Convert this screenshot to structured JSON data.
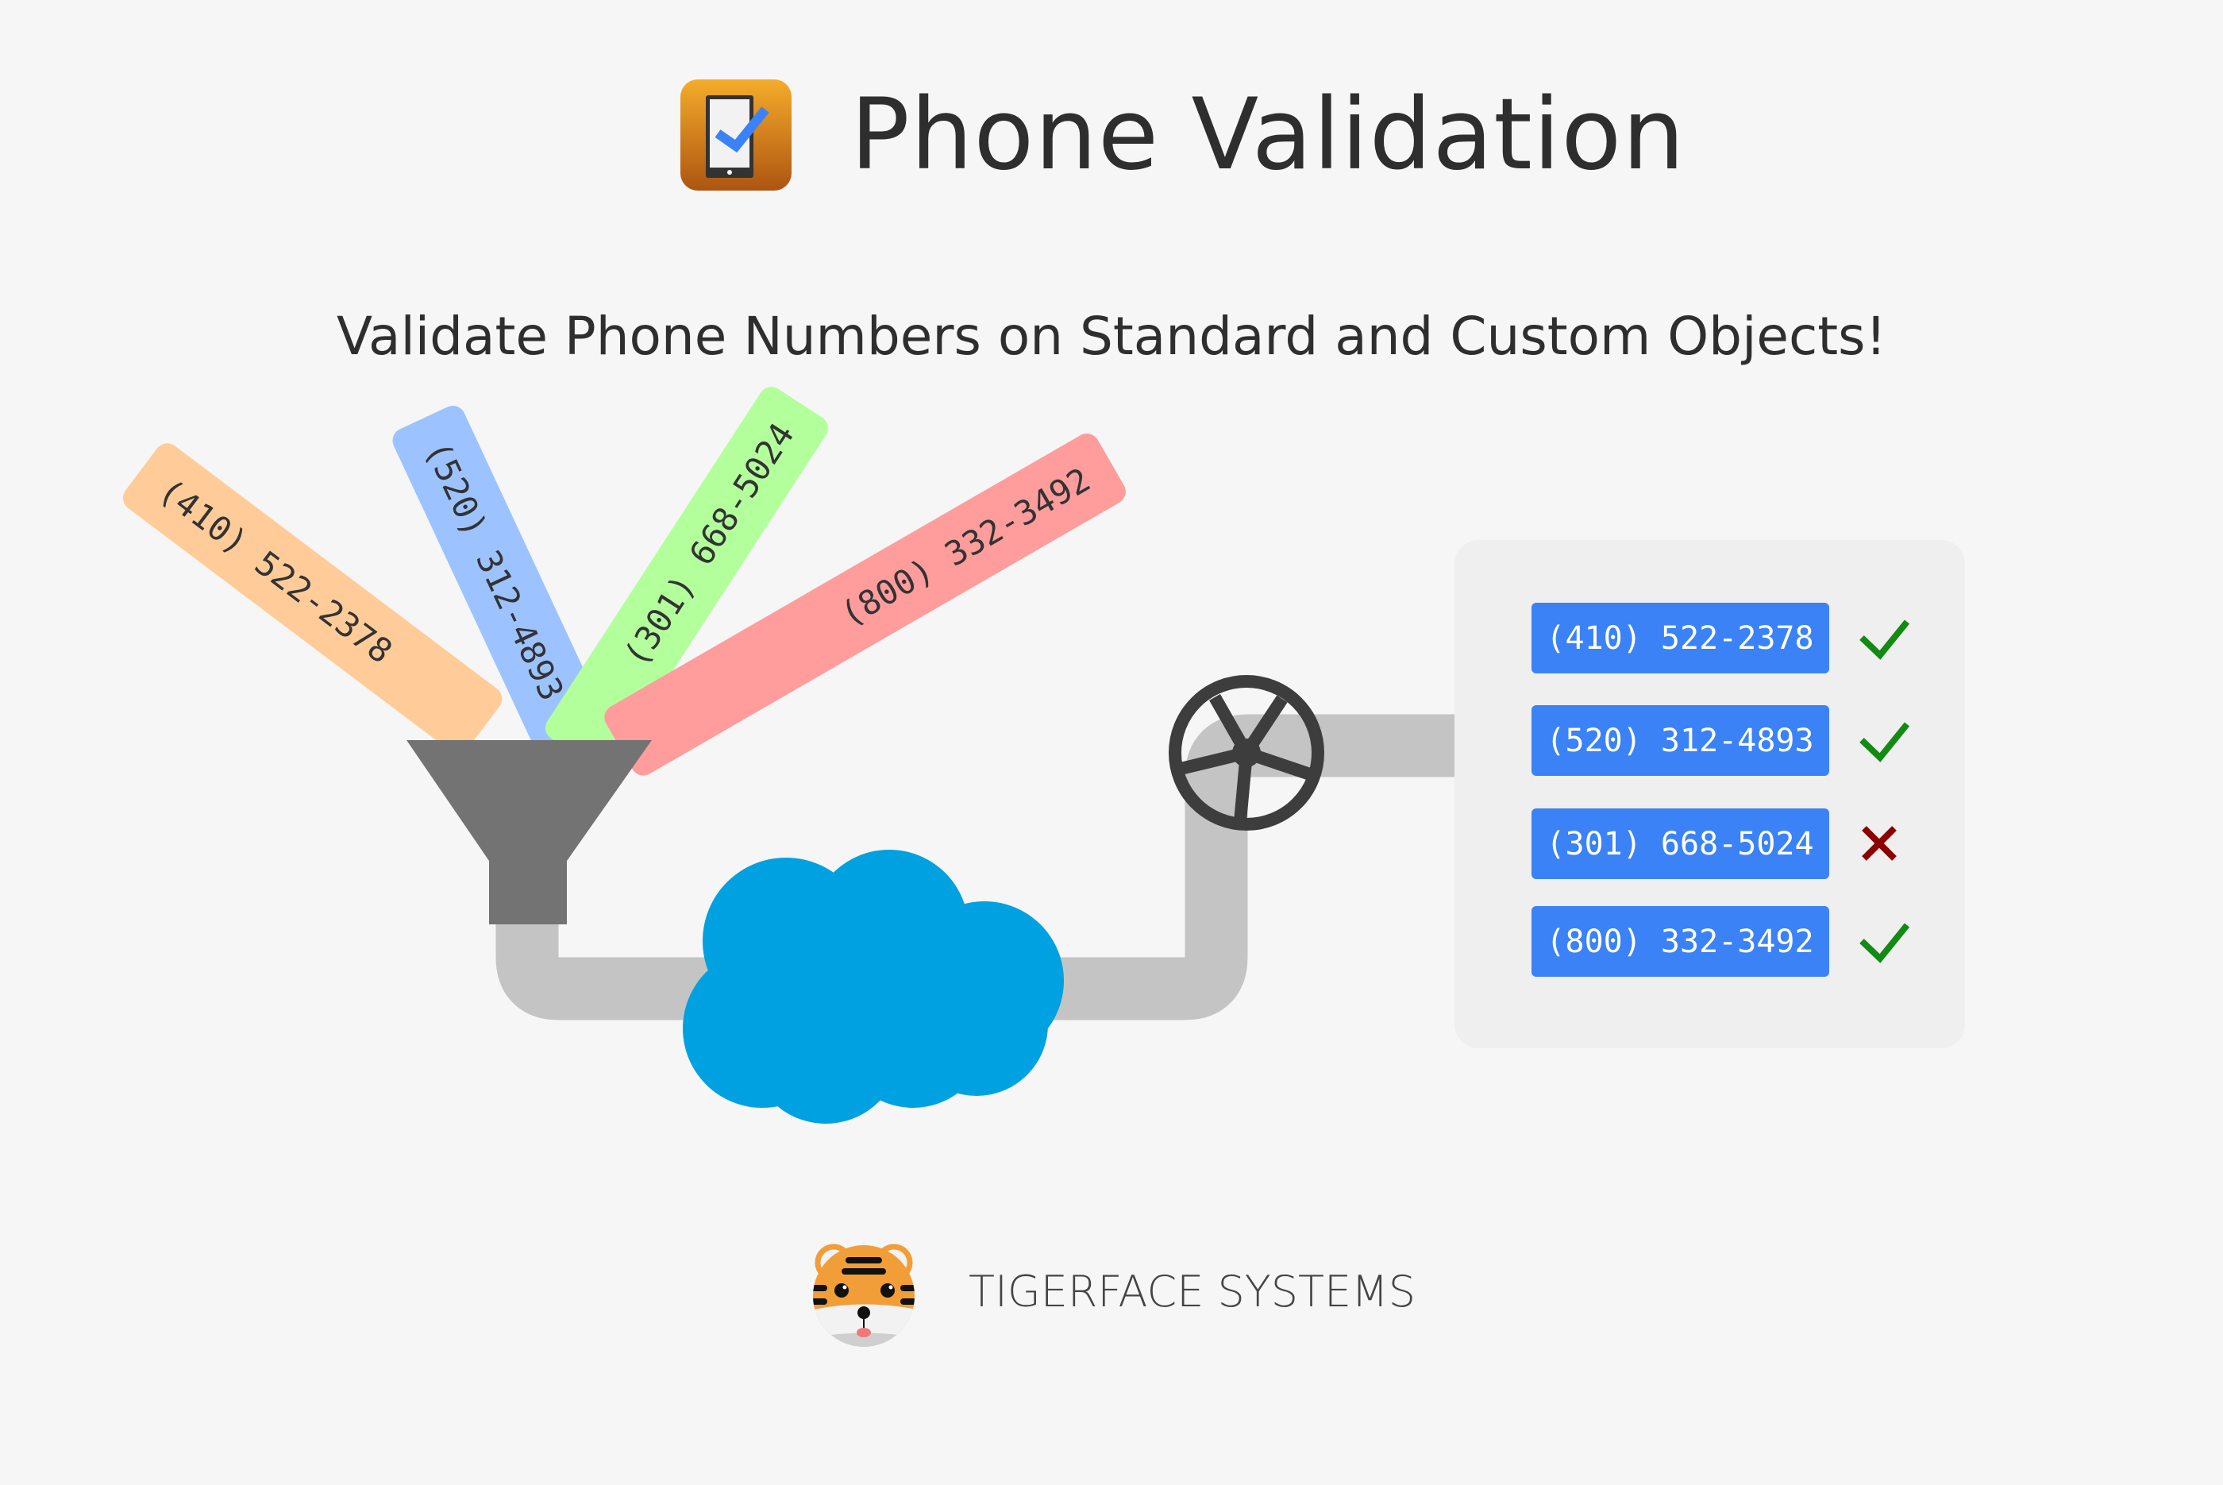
{
  "header": {
    "title": "Phone Validation",
    "icon": "phone-check-icon"
  },
  "subtitle": "Validate Phone Numbers on Standard and Custom Objects!",
  "input_numbers": [
    {
      "number": "(410) 522-2378",
      "color": "#ffcc99"
    },
    {
      "number": "(520) 312-4893",
      "color": "#9cc3ff"
    },
    {
      "number": "(301) 668-5024",
      "color": "#b3ff9c"
    },
    {
      "number": "(800) 332-3492",
      "color": "#ff9c9c"
    }
  ],
  "results": [
    {
      "number": "(410) 522-2378",
      "status": "valid",
      "icon": "check-icon"
    },
    {
      "number": "(520) 312-4893",
      "status": "valid",
      "icon": "check-icon"
    },
    {
      "number": "(301) 668-5024",
      "status": "invalid",
      "icon": "x-icon"
    },
    {
      "number": "(800) 332-3492",
      "status": "valid",
      "icon": "check-icon"
    }
  ],
  "colors": {
    "chip": "#3b82f6",
    "valid": "#138a13",
    "invalid": "#8b0000",
    "cloud": "#00a1e0",
    "pipe": "#c4c4c4",
    "funnel": "#737373"
  },
  "footer": {
    "brand": "TIGERFACE SYSTEMS",
    "logo": "tiger-face-logo"
  }
}
